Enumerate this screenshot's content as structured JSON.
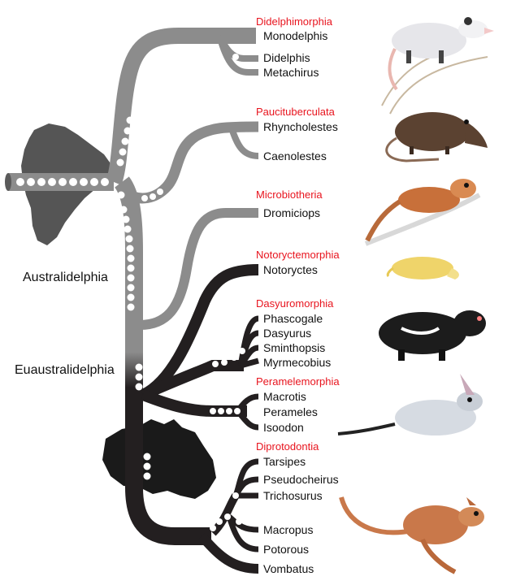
{
  "colors": {
    "south_american_branch": "#8c8c8c",
    "australian_branch": "#231f20",
    "order_label": "#e8141e",
    "genus_label": "#111111",
    "node_marker": "#ffffff",
    "continent": "#555555"
  },
  "clades": {
    "australidelphia": "Australidelphia",
    "euaustralidelphia": "Euaustralidelphia"
  },
  "orders": [
    {
      "name": "Didelphimorphia",
      "genera": [
        "Monodelphis",
        "Didelphis",
        "Metachirus"
      ],
      "region": "south-america",
      "illustration": "opossum"
    },
    {
      "name": "Paucituberculata",
      "genera": [
        "Rhyncholestes",
        "Caenolestes"
      ],
      "region": "south-america",
      "illustration": "shrew-opossum"
    },
    {
      "name": "Microbiotheria",
      "genera": [
        "Dromiciops"
      ],
      "region": "south-america",
      "illustration": "monito-del-monte"
    },
    {
      "name": "Notoryctemorphia",
      "genera": [
        "Notoryctes"
      ],
      "region": "australia",
      "illustration": "marsupial-mole"
    },
    {
      "name": "Dasyuromorphia",
      "genera": [
        "Phascogale",
        "Dasyurus",
        "Sminthopsis",
        "Myrmecobius"
      ],
      "region": "australia",
      "illustration": "tasmanian-devil"
    },
    {
      "name": "Peramelemorphia",
      "genera": [
        "Macrotis",
        "Perameles",
        "Isoodon"
      ],
      "region": "australia",
      "illustration": "bilby"
    },
    {
      "name": "Diprotodontia",
      "genera": [
        "Tarsipes",
        "Pseudocheirus",
        "Trichosurus",
        "Macropus",
        "Potorous",
        "Vombatus"
      ],
      "region": "australia",
      "illustration": "kangaroo"
    }
  ],
  "icons": {
    "south_america_map": "south-america-map-icon",
    "australia_map": "australia-map-icon"
  }
}
